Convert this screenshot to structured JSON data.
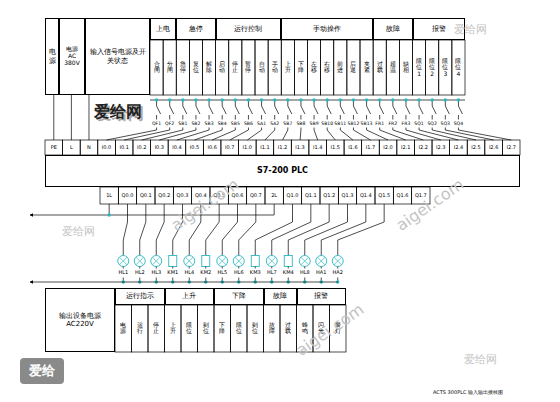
{
  "diagram": {
    "caption": "ACTS 300PLC 输入输出接线图",
    "nodes": [
      {
        "text": [
          "电源"
        ]
      },
      {
        "text": [
          "电源 AC 380V"
        ]
      },
      {
        "text": [
          "输入信号电源及开关状态"
        ]
      },
      {
        "text": [
          "上电"
        ]
      },
      {
        "text": [
          "急停"
        ]
      },
      {
        "text": [
          "运行控制"
        ]
      },
      {
        "text": [
          "手动操作"
        ]
      },
      {
        "text": [
          "故障"
        ]
      },
      {
        "text": [
          "报警"
        ]
      },
      {
        "text": [
          "S7-200 PLC"
        ]
      },
      {
        "text": [
          "输出设备电源 AC220V"
        ]
      },
      {
        "text": [
          "运行指示"
        ]
      },
      {
        "text": [
          "上升"
        ]
      },
      {
        "text": [
          "下降"
        ]
      },
      {
        "text": [
          "故障"
        ]
      },
      {
        "text": [
          "报警"
        ]
      }
    ],
    "labels": [
      "合闸",
      "分闸",
      "急停",
      "复位",
      "解除",
      "启动",
      "停止",
      "暂停",
      "自动",
      "手动",
      "上升",
      "下降",
      "左移",
      "右移",
      "前进",
      "后退",
      "夹紧",
      "过载",
      "超温",
      "缺相",
      "限位1",
      "限位2",
      "限位3",
      "限位4",
      "QF1",
      "QF2",
      "SB1",
      "SB2",
      "SB3",
      "SB4",
      "SB5",
      "SB6",
      "SA1",
      "SA2",
      "SB7",
      "SB8",
      "SB9",
      "SB10",
      "SB11",
      "SB12",
      "SB13",
      "FR1",
      "FR2",
      "FR3",
      "SQ1",
      "SQ2",
      "SQ3",
      "SQ4",
      "PE",
      "L",
      "N",
      "I0.0",
      "I0.1",
      "I0.2",
      "I0.3",
      "I0.4",
      "I0.5",
      "I0.6",
      "I0.7",
      "I1.0",
      "I1.1",
      "I1.2",
      "I1.3",
      "I1.4",
      "I1.5",
      "I1.6",
      "I1.7",
      "I2.0",
      "I2.1",
      "I2.2",
      "I2.3",
      "I2.4",
      "I2.5",
      "I2.6",
      "I2.7",
      "1L",
      "Q0.0",
      "Q0.1",
      "Q0.2",
      "Q0.3",
      "Q0.4",
      "Q0.5",
      "Q0.6",
      "Q0.7",
      "2L",
      "Q1.0",
      "Q1.1",
      "Q1.2",
      "Q1.3",
      "Q1.4",
      "Q1.5",
      "Q1.6",
      "Q1.7",
      "HL1",
      "HL2",
      "HL3",
      "KM1",
      "HL4",
      "KM2",
      "HL5",
      "HL6",
      "KM3",
      "HL7",
      "KM4",
      "HL8",
      "HA1",
      "HA2",
      "电源",
      "运行",
      "停止",
      "上升",
      "限位",
      "到位",
      "下降",
      "限位",
      "到位",
      "故障",
      "过载",
      "蜂鸣",
      "闪光",
      "警灯",
      "爱给网",
      "爱给",
      "aigei.com",
      "aigei.com",
      "aigei.com",
      "爱给网",
      "爱给网",
      "爱给网"
    ]
  }
}
